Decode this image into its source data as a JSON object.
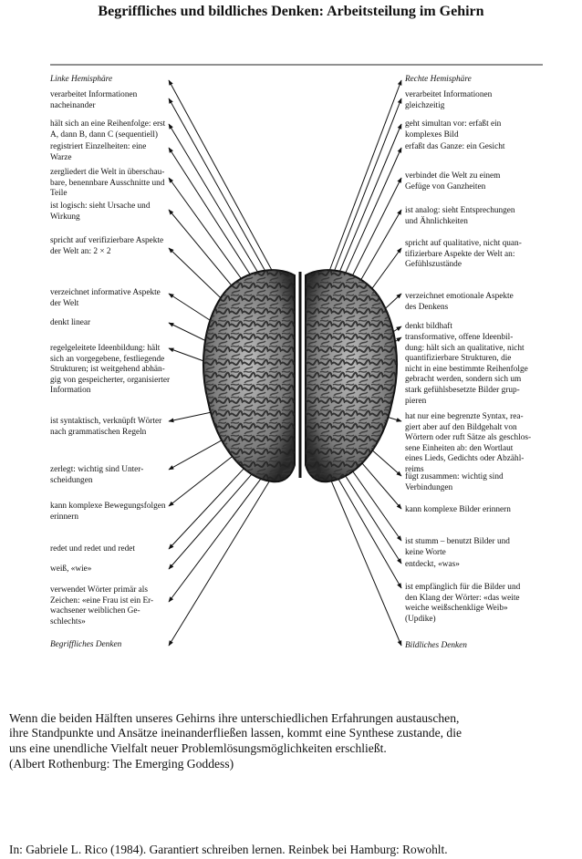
{
  "title": "Begriffliches und bildliches Denken: Arbeitsteilung im Gehirn",
  "left": {
    "header": "Linke Hemisphäre",
    "items": [
      "verarbeitet Informationen\nnacheinander",
      "hält sich an eine Reihenfolge: erst\nA, dann B, dann C (sequentiell)",
      "registriert Einzelheiten: eine\nWarze",
      "zergliedert die Welt in überschau-\nbare, benennbare Ausschnitte und\nTeile",
      "ist logisch: sieht Ursache und\nWirkung",
      "spricht auf verifizierbare Aspekte\nder Welt an: 2 × 2",
      "verzeichnet informative Aspekte\nder Welt",
      "denkt linear",
      "regelgeleitete Ideenbildung: hält\nsich an vorgegebene, festliegende\nStrukturen; ist weitgehend abhän-\ngig von gespeicherter, organisierter\nInformation",
      "ist syntaktisch, verknüpft Wörter\nnach grammatischen Regeln",
      "zerlegt: wichtig sind Unter-\nscheidungen",
      "kann komplexe Bewegungsfolgen\nerinnern",
      "redet und redet und redet",
      "weiß, «wie»",
      "verwendet Wörter primär als\nZeichen: «eine Frau ist ein Er-\nwachsener weiblichen Ge-\nschlechts»"
    ],
    "footer": "Begriffliches Denken"
  },
  "right": {
    "header": "Rechte Hemisphäre",
    "items": [
      "verarbeitet Informationen\ngleichzeitig",
      "geht simultan vor: erfaßt ein\nkomplexes Bild",
      "erfaßt das Ganze: ein Gesicht",
      "verbindet die Welt zu einem\nGefüge von Ganzheiten",
      "ist analog: sieht Entsprechungen\nund Ähnlichkeiten",
      "spricht auf qualitative, nicht quan-\ntifizierbare Aspekte der Welt an:\nGefühlszustände",
      "verzeichnet emotionale Aspekte\ndes Denkens",
      "denkt bildhaft",
      "transformative, offene Ideenbil-\ndung: hält sich an qualitative, nicht\nquantifizierbare Strukturen, die\nnicht in eine bestimmte Reihenfolge\ngebracht werden, sondern sich um\nstark gefühlsbesetzte Bilder grup-\npieren",
      "hat nur eine begrenzte Syntax, rea-\ngiert aber auf den Bildgehalt von\nWörtern oder ruft Sätze als geschlos-\nsene Einheiten ab: den Wortlaut\neines Lieds, Gedichts oder Abzähl-\nreims",
      "fügt zusammen: wichtig sind\nVerbindungen",
      "kann komplexe Bilder erinnern",
      "ist stumm – benutzt Bilder und\nkeine Worte",
      "entdeckt, «was»",
      "ist empfänglich für die Bilder und\nden Klang der Wörter: «das weite\nweiche weißschenklige Weib»\n(Updike)"
    ],
    "footer": "Bildliches Denken"
  },
  "quote": "Wenn die beiden Hälften unseres Gehirns ihre unterschiedlichen Erfahrungen austauschen,\nihre Standpunkte und Ansätze ineinanderfließen lassen, kommt eine Synthese zustande, die\nuns eine unendliche Vielfalt neuer Problemlösungsmöglichkeiten erschließt.",
  "quote_author": "(Albert Rothenburg: The Emerging Goddess)",
  "source": "In: Gabriele L. Rico (1984). Garantiert schreiben lernen. Reinbek bei Hamburg: Rowohlt."
}
